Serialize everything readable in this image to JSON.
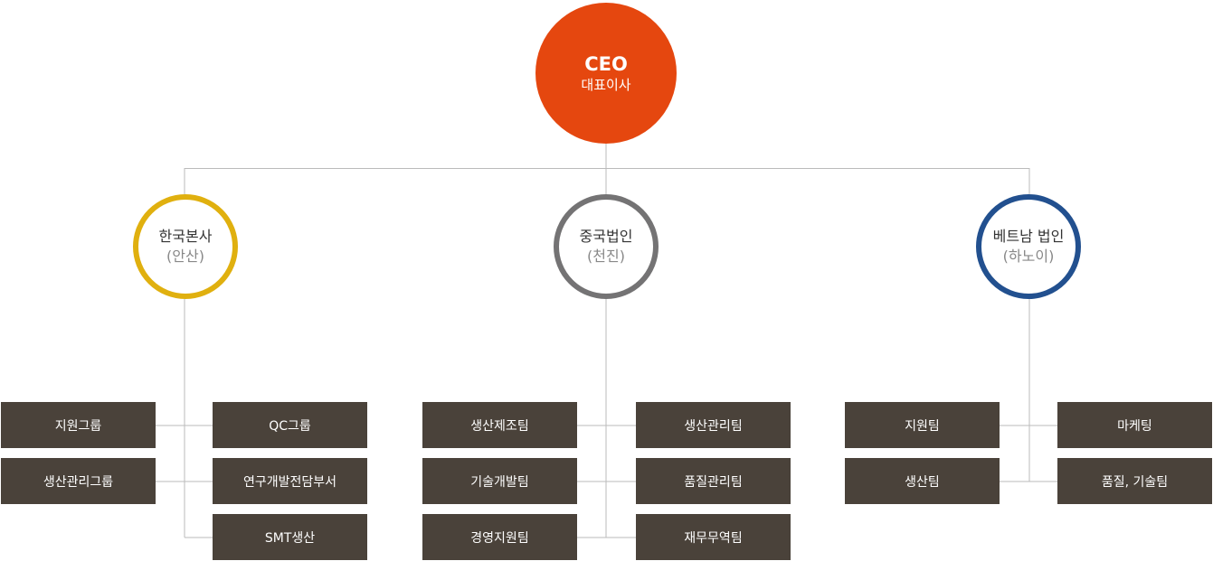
{
  "ceo": {
    "title": "CEO",
    "subtitle": "대표이사"
  },
  "branches": {
    "korea": {
      "name": "한국본사",
      "location": "(안산)",
      "color": "#e0b00f"
    },
    "china": {
      "name": "중국법인",
      "location": "(천진)",
      "color": "#747374"
    },
    "vietnam": {
      "name": "베트남 법인",
      "location": "(하노이)",
      "color": "#22508f"
    }
  },
  "teams": {
    "korea_left": [
      "지원그룹",
      "생산관리그룹"
    ],
    "korea_right": [
      "QC그룹",
      "연구개발전담부서",
      "SMT생산"
    ],
    "china_left": [
      "생산제조팀",
      "기술개발팀",
      "경영지원팀"
    ],
    "china_right": [
      "생산관리팀",
      "품질관리팀",
      "재무무역팀"
    ],
    "vietnam_left": [
      "지원팀",
      "생산팀"
    ],
    "vietnam_right": [
      "마케팅",
      "품질, 기술팀"
    ]
  },
  "colors": {
    "ceo": "#e5470f",
    "box": "#4a423a",
    "line": "#bbbbbb"
  }
}
